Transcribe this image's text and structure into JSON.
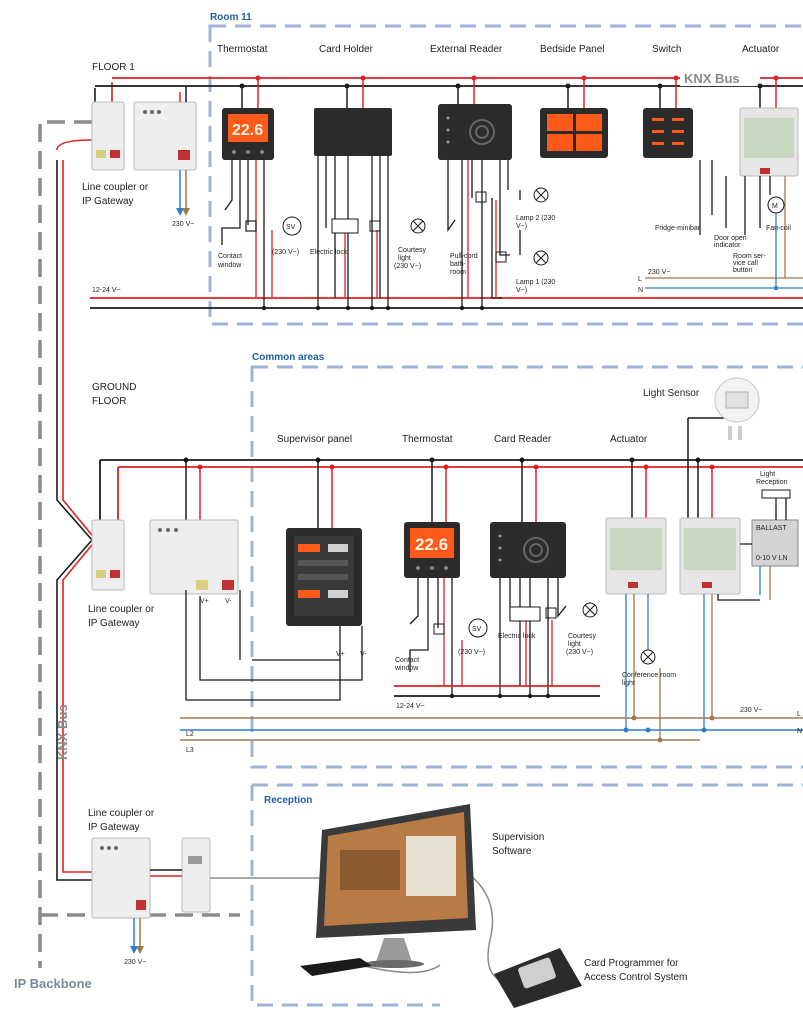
{
  "areas": {
    "room": "Room 11",
    "common": "Common areas",
    "reception": "Reception"
  },
  "floors": {
    "floor1": "FLOOR 1",
    "ground_line1": "GROUND",
    "ground_line2": "FLOOR"
  },
  "bus": {
    "knx_top": "KNX Bus",
    "knx_side": "KNX Bus",
    "ip_backbone": "IP Backbone"
  },
  "room_devices": {
    "thermostat": "Thermostat",
    "card_holder": "Card Holder",
    "external_reader": "External Reader",
    "bedside_panel": "Bedside Panel",
    "switch": "Switch",
    "actuator": "Actuator",
    "thermostat_display": "22.6"
  },
  "room_labels": {
    "coupler_1": "Line coupler or",
    "coupler_2": "IP Gateway",
    "v230": "230 V~",
    "sv": "SV",
    "sv_v": "(230 V~)",
    "contact_1": "Contact",
    "contact_2": "window",
    "electric_lock": "Electric lock",
    "courtesy_1": "Courtesy",
    "courtesy_2": "light",
    "courtesy_3": "(230 V~)",
    "pull_1": "Pull-cord",
    "pull_2": "bath-",
    "pull_3": "room",
    "lamp2_1": "Lamp 2 (230",
    "lamp2_2": "V~)",
    "lamp1_1": "Lamp 1 (230",
    "lamp1_2": "V~)",
    "fridge": "Fridge-minibar",
    "door_1": "Door open",
    "door_2": "indicator",
    "fan": "Fan-coil",
    "service_1": "Room ser-",
    "service_2": "vice call",
    "service_3": "button",
    "low_v": "12-24 V~",
    "l": "L",
    "n": "N",
    "l_230": "230 V~",
    "m": "M"
  },
  "ground_devices": {
    "supervisor": "Supervisor panel",
    "thermostat": "Thermostat",
    "card_reader": "Card Reader",
    "actuator": "Actuator",
    "light_sensor": "Light Sensor",
    "thermostat_display": "22.6"
  },
  "ground_labels": {
    "coupler_1": "Line coupler or",
    "coupler_2": "IP Gateway",
    "vplus": "V+",
    "vminus": "V-",
    "vplus2": "V+",
    "vminus2": "V-",
    "sv": "SV",
    "sv_v": "(230 V~)",
    "contact_1": "Contact",
    "contact_2": "window",
    "electric_lock": "Electric lock",
    "courtesy_1": "Courtesy",
    "courtesy_2": "light",
    "courtesy_3": "(230 V~)",
    "conf_1": "Conference room",
    "conf_2": "light",
    "light_1": "Light",
    "light_2": "Reception",
    "ballast_1": "BALLAST",
    "ballast_2": "0-10 V LN",
    "low_v": "12-24 V~",
    "v230": "230 V~",
    "l": "L",
    "n": "N",
    "l2": "L2",
    "l3": "L3"
  },
  "reception_labels": {
    "coupler_1": "Line coupler or",
    "coupler_2": "IP Gateway",
    "v230": "230 V~",
    "software_1": "Supervision",
    "software_2": "Software",
    "programmer_1": "Card Programmer for",
    "programmer_2": "Access Control System"
  },
  "colors": {
    "knx_red": "#e02020",
    "bus_black": "#1a1a1a",
    "dash_blue": "#9fb2d8",
    "area_blue": "#1f5fa6",
    "neutral_blue": "#2a7fd0",
    "phase_brown": "#a07850",
    "device_dark": "#2b2b2b",
    "display_orange": "#ff5a1a"
  }
}
